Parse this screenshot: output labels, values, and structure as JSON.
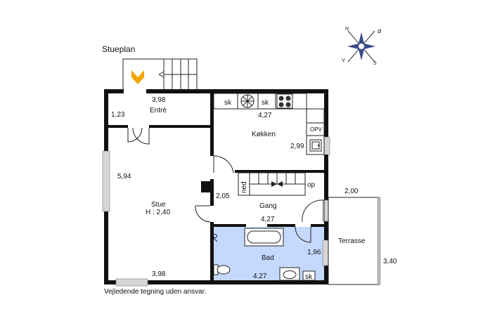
{
  "plan": {
    "title": "Stueplan",
    "disclaimer": "Vejledende tegning uden ansvar.",
    "compass": {
      "n": "N",
      "e": "Ø",
      "s": "S",
      "w": "V"
    },
    "rooms": {
      "entre": {
        "name": "Entré",
        "width": "3,98",
        "depth": "1,23"
      },
      "kokken": {
        "name": "Køkken",
        "width": "4,27",
        "depth": "2,99",
        "sk1": "sk",
        "sk2": "sk",
        "opv": "OPV"
      },
      "stue": {
        "name": "Stue",
        "height": "H : 2,40",
        "depth": "5,94",
        "width": "3,98"
      },
      "gang": {
        "name": "Gang",
        "width": "4,27",
        "depth": "2,05",
        "stair_down": "ned",
        "stair_up": "op"
      },
      "bad": {
        "name": "Bad",
        "width": "4,27",
        "depth": "1,96",
        "sk": "sk"
      },
      "terrasse": {
        "name": "Terrasse",
        "width": "2,00",
        "depth": "3,40"
      }
    },
    "colors": {
      "bath_fill": "#c5d9ff",
      "entrance_arrow": "#f0a400",
      "wall": "#111111"
    }
  }
}
